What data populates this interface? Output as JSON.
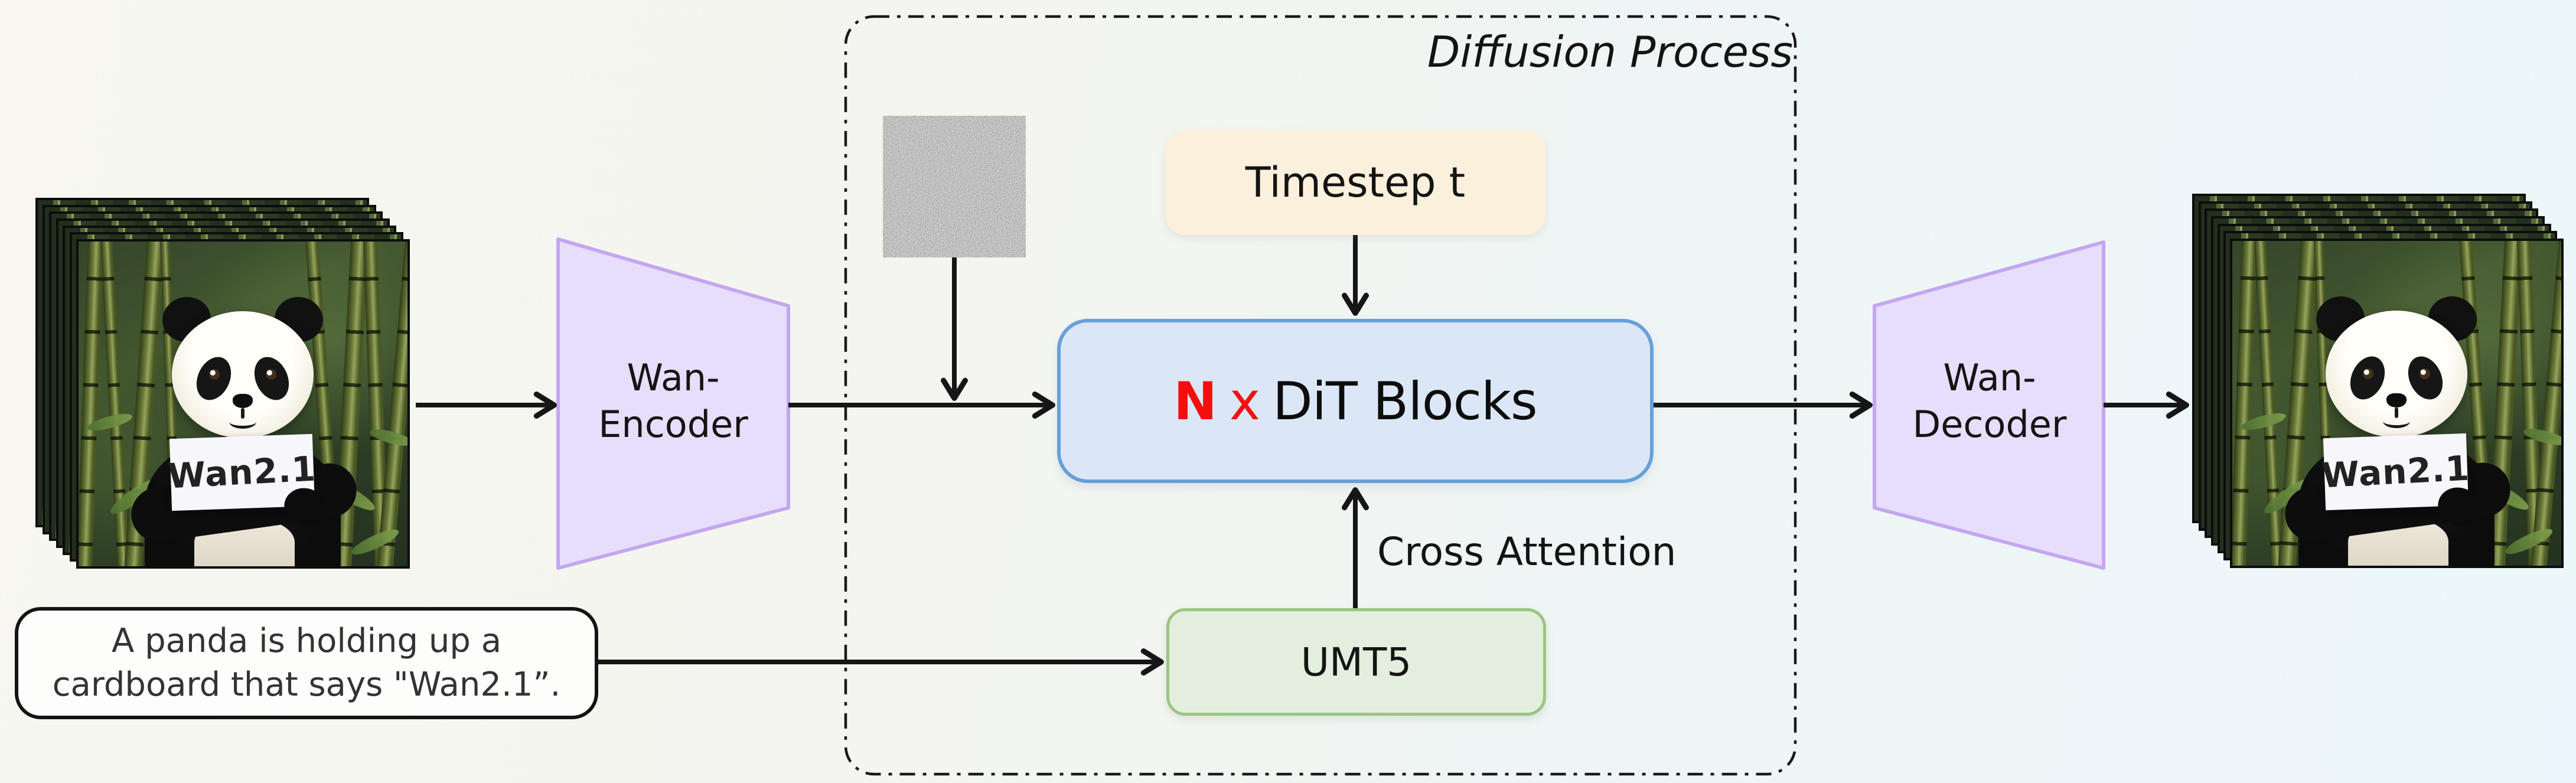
{
  "diffusion_box": {
    "label": "Diffusion Process"
  },
  "encoder": {
    "line1": "Wan-",
    "line2": "Encoder"
  },
  "decoder": {
    "line1": "Wan-",
    "line2": "Decoder"
  },
  "timestep": {
    "label": "Timestep t"
  },
  "dit": {
    "n": "N",
    "x": "x",
    "label": "DiT Blocks"
  },
  "umt5": {
    "label": "UMT5"
  },
  "cross_attention": {
    "label": "Cross Attention"
  },
  "prompt": {
    "line1": "A panda is holding up a",
    "line2": "cardboard that says \"Wan2.1”."
  },
  "panda_sign": {
    "label": "Wan2.1"
  },
  "colors": {
    "background_left": "#f7f6f1",
    "background_right": "#ecf7fb",
    "dit_fill": "#dbe7f6",
    "dit_border": "#67a0d9",
    "dit_n_red": "#f60e0e",
    "timestep_fill": "#faf0dc",
    "umt5_fill": "#e3efde",
    "umt5_border": "#9cc481",
    "trapezoid_fill": "#e6defb",
    "trapezoid_border": "#c4a6f0",
    "arrow_black": "#161616"
  }
}
